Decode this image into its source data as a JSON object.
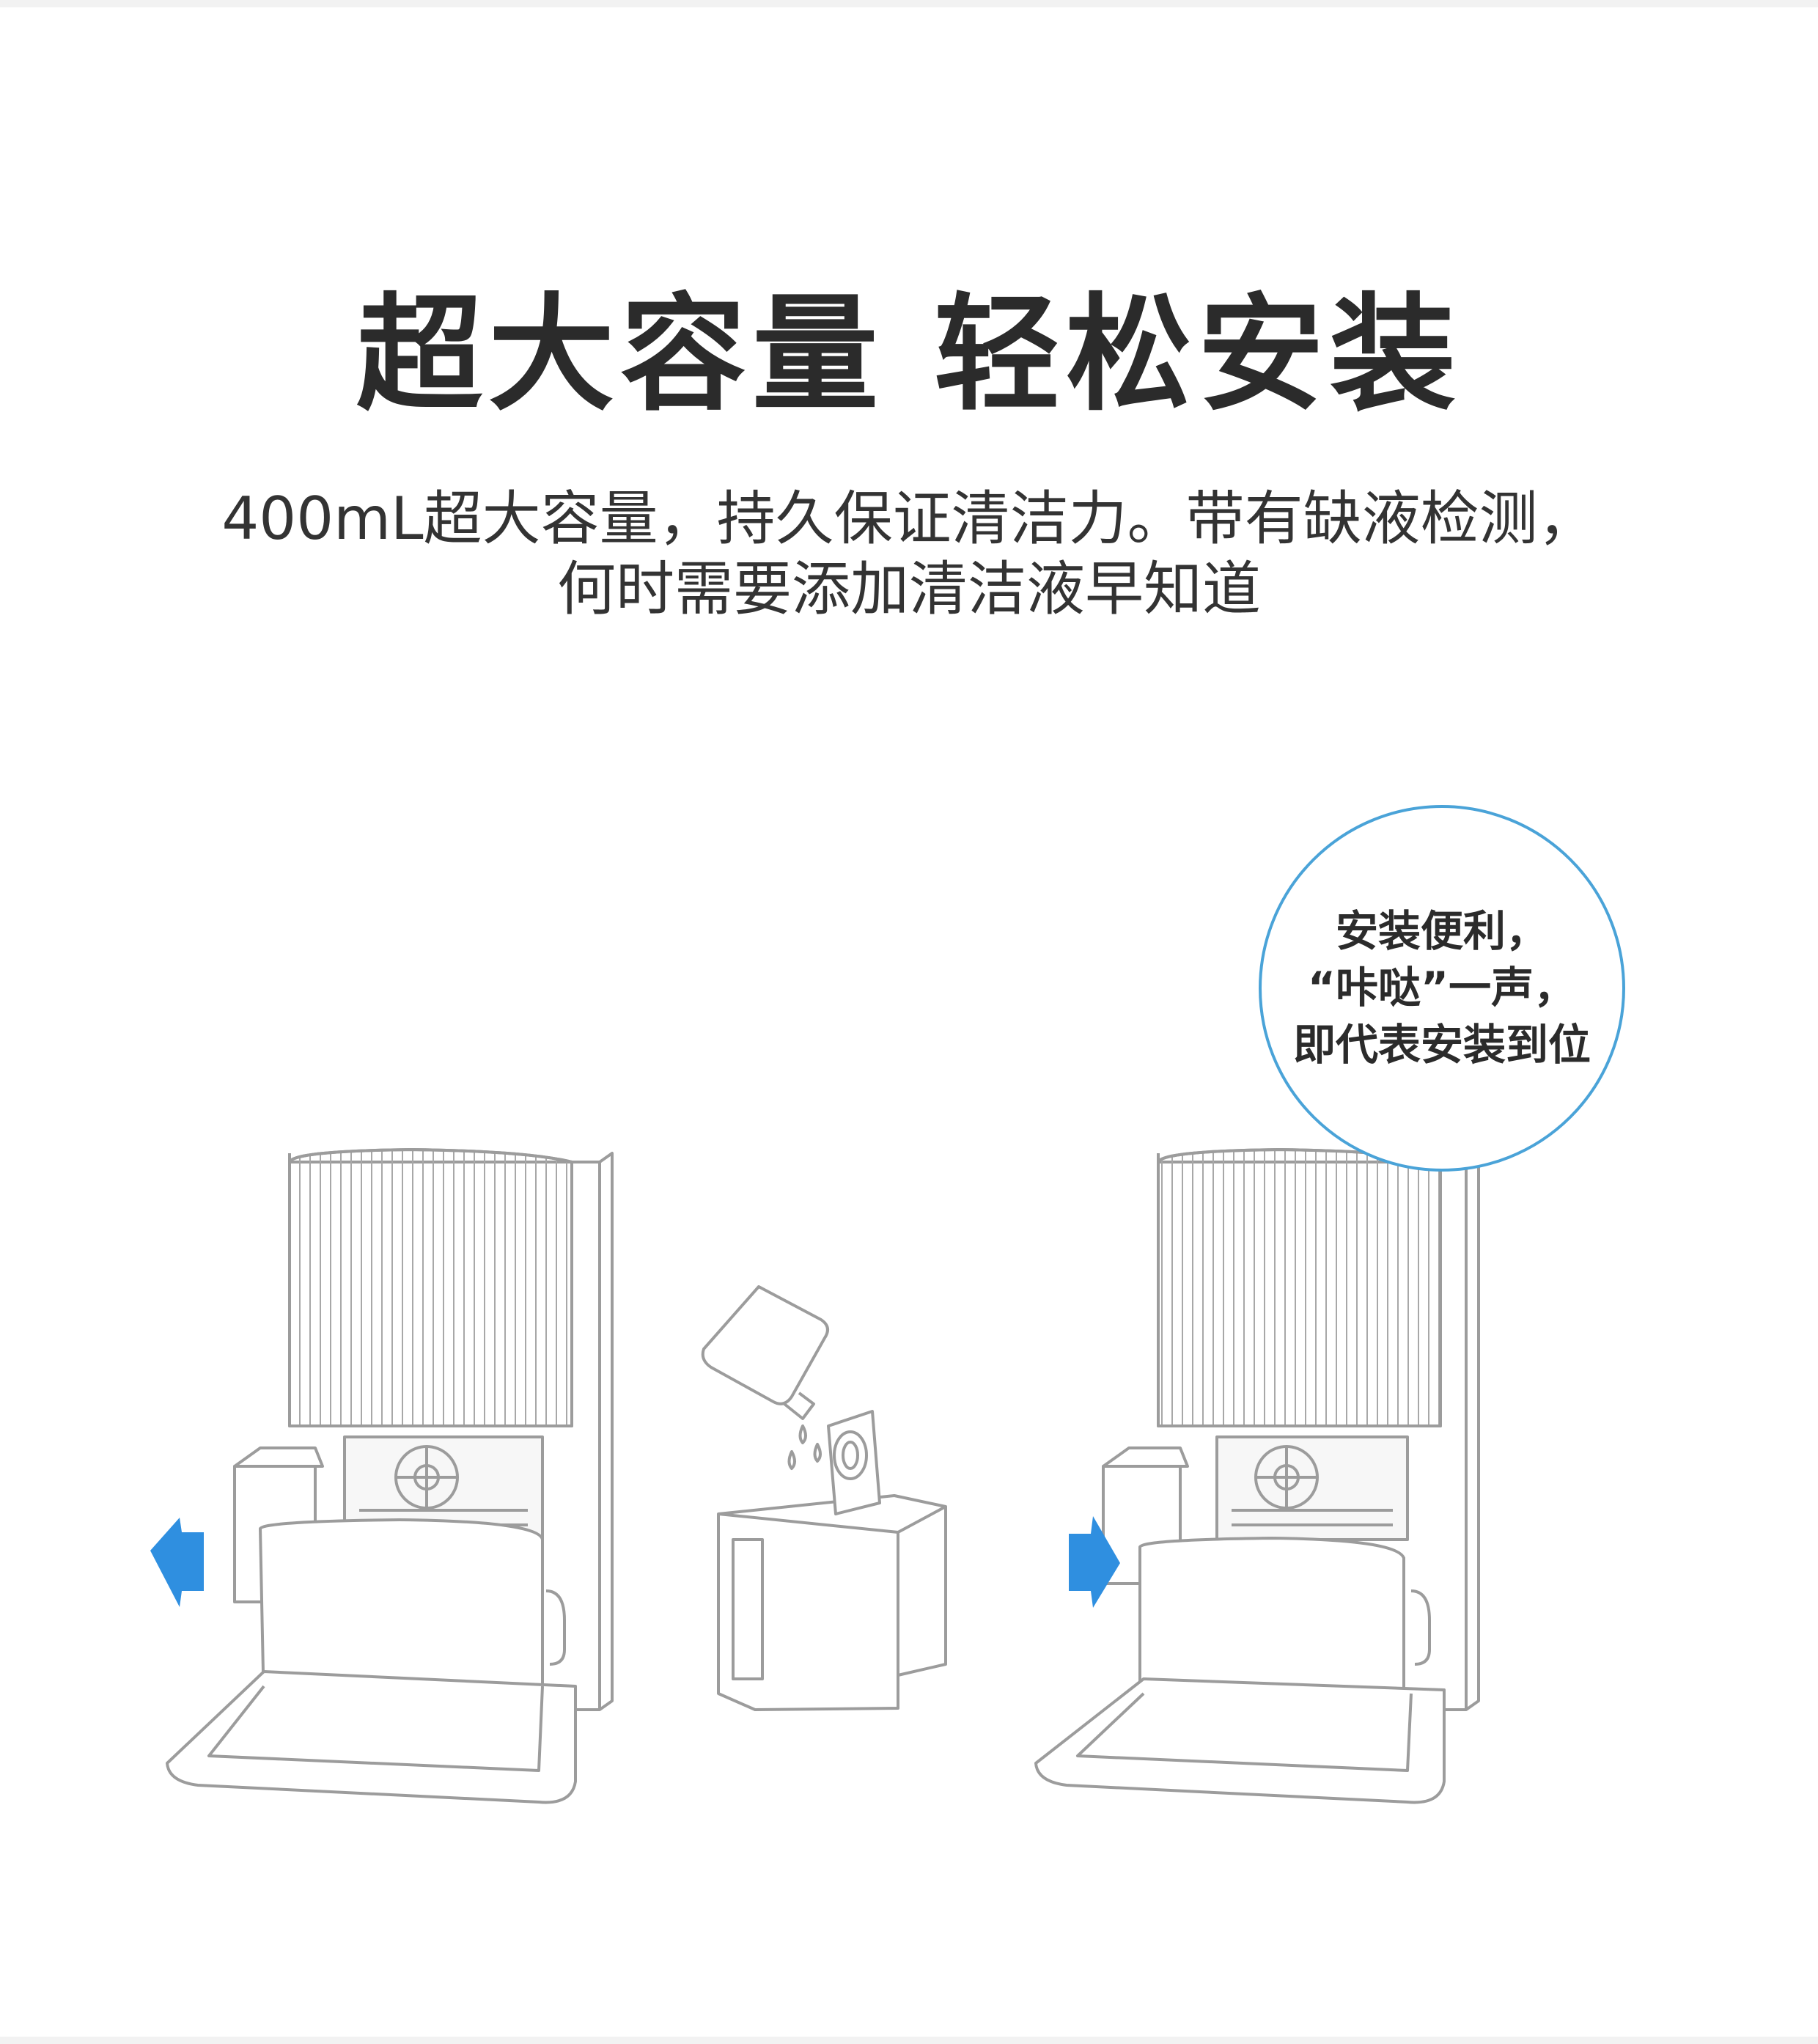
{
  "headline": "超大容量 轻松安装",
  "description": {
    "line1": "400mL超大容量，持久保证清洁力。带有缺液检测，",
    "line2": "何时需要添加清洁液早知道"
  },
  "callout": {
    "line1": "安装便利，",
    "line2": "“咔哒”一声，",
    "line3": "即代表安装到位"
  },
  "colors": {
    "accent_arrow": "#2f8fe0",
    "callout_border": "#4aa3d8",
    "line_art": "#9c9c9c"
  },
  "icons": {
    "remove_arrow": "arrow-left-icon",
    "insert_arrow": "arrow-right-icon"
  }
}
